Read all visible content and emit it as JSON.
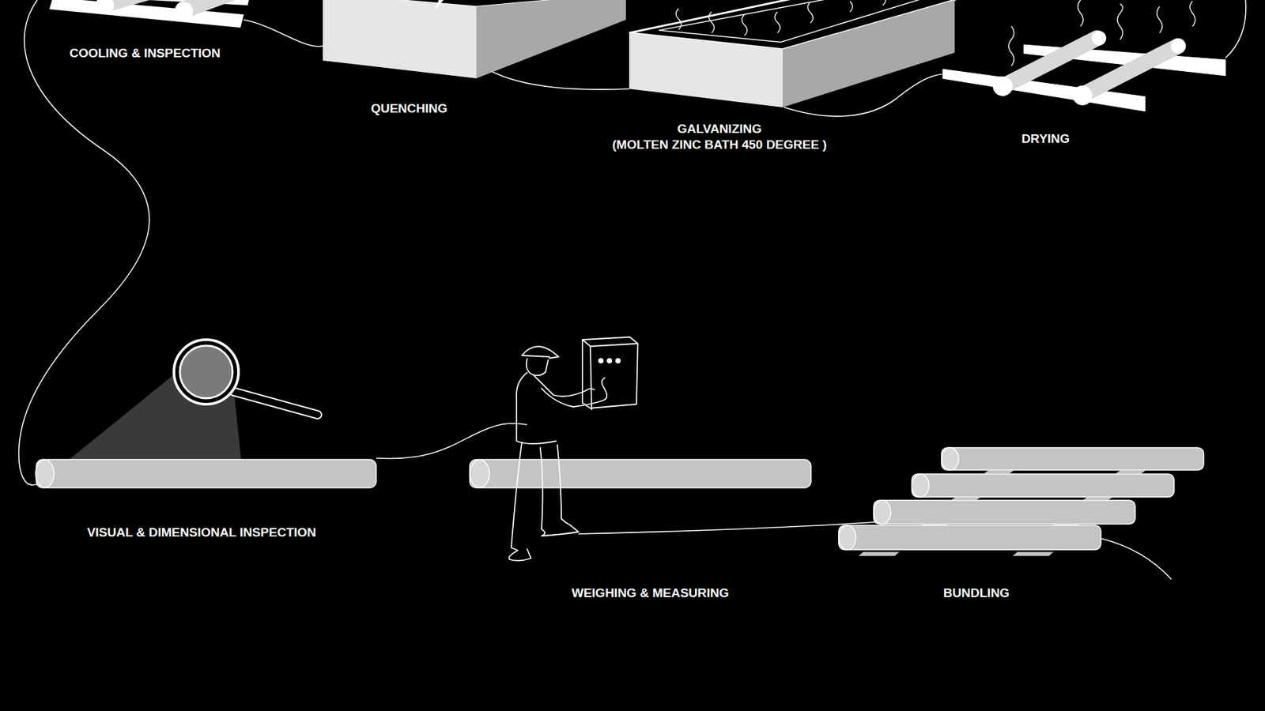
{
  "diagram": {
    "labels": [
      "COOLING & INSPECTION",
      "QUENCHING",
      "GALVANIZING",
      "(MOLTEN ZINC BATH 450 DEGREE )",
      "DRYING",
      "VISUAL & DIMENSIONAL INSPECTION",
      "WEIGHING & MEASURING",
      "BUNDLING"
    ]
  }
}
